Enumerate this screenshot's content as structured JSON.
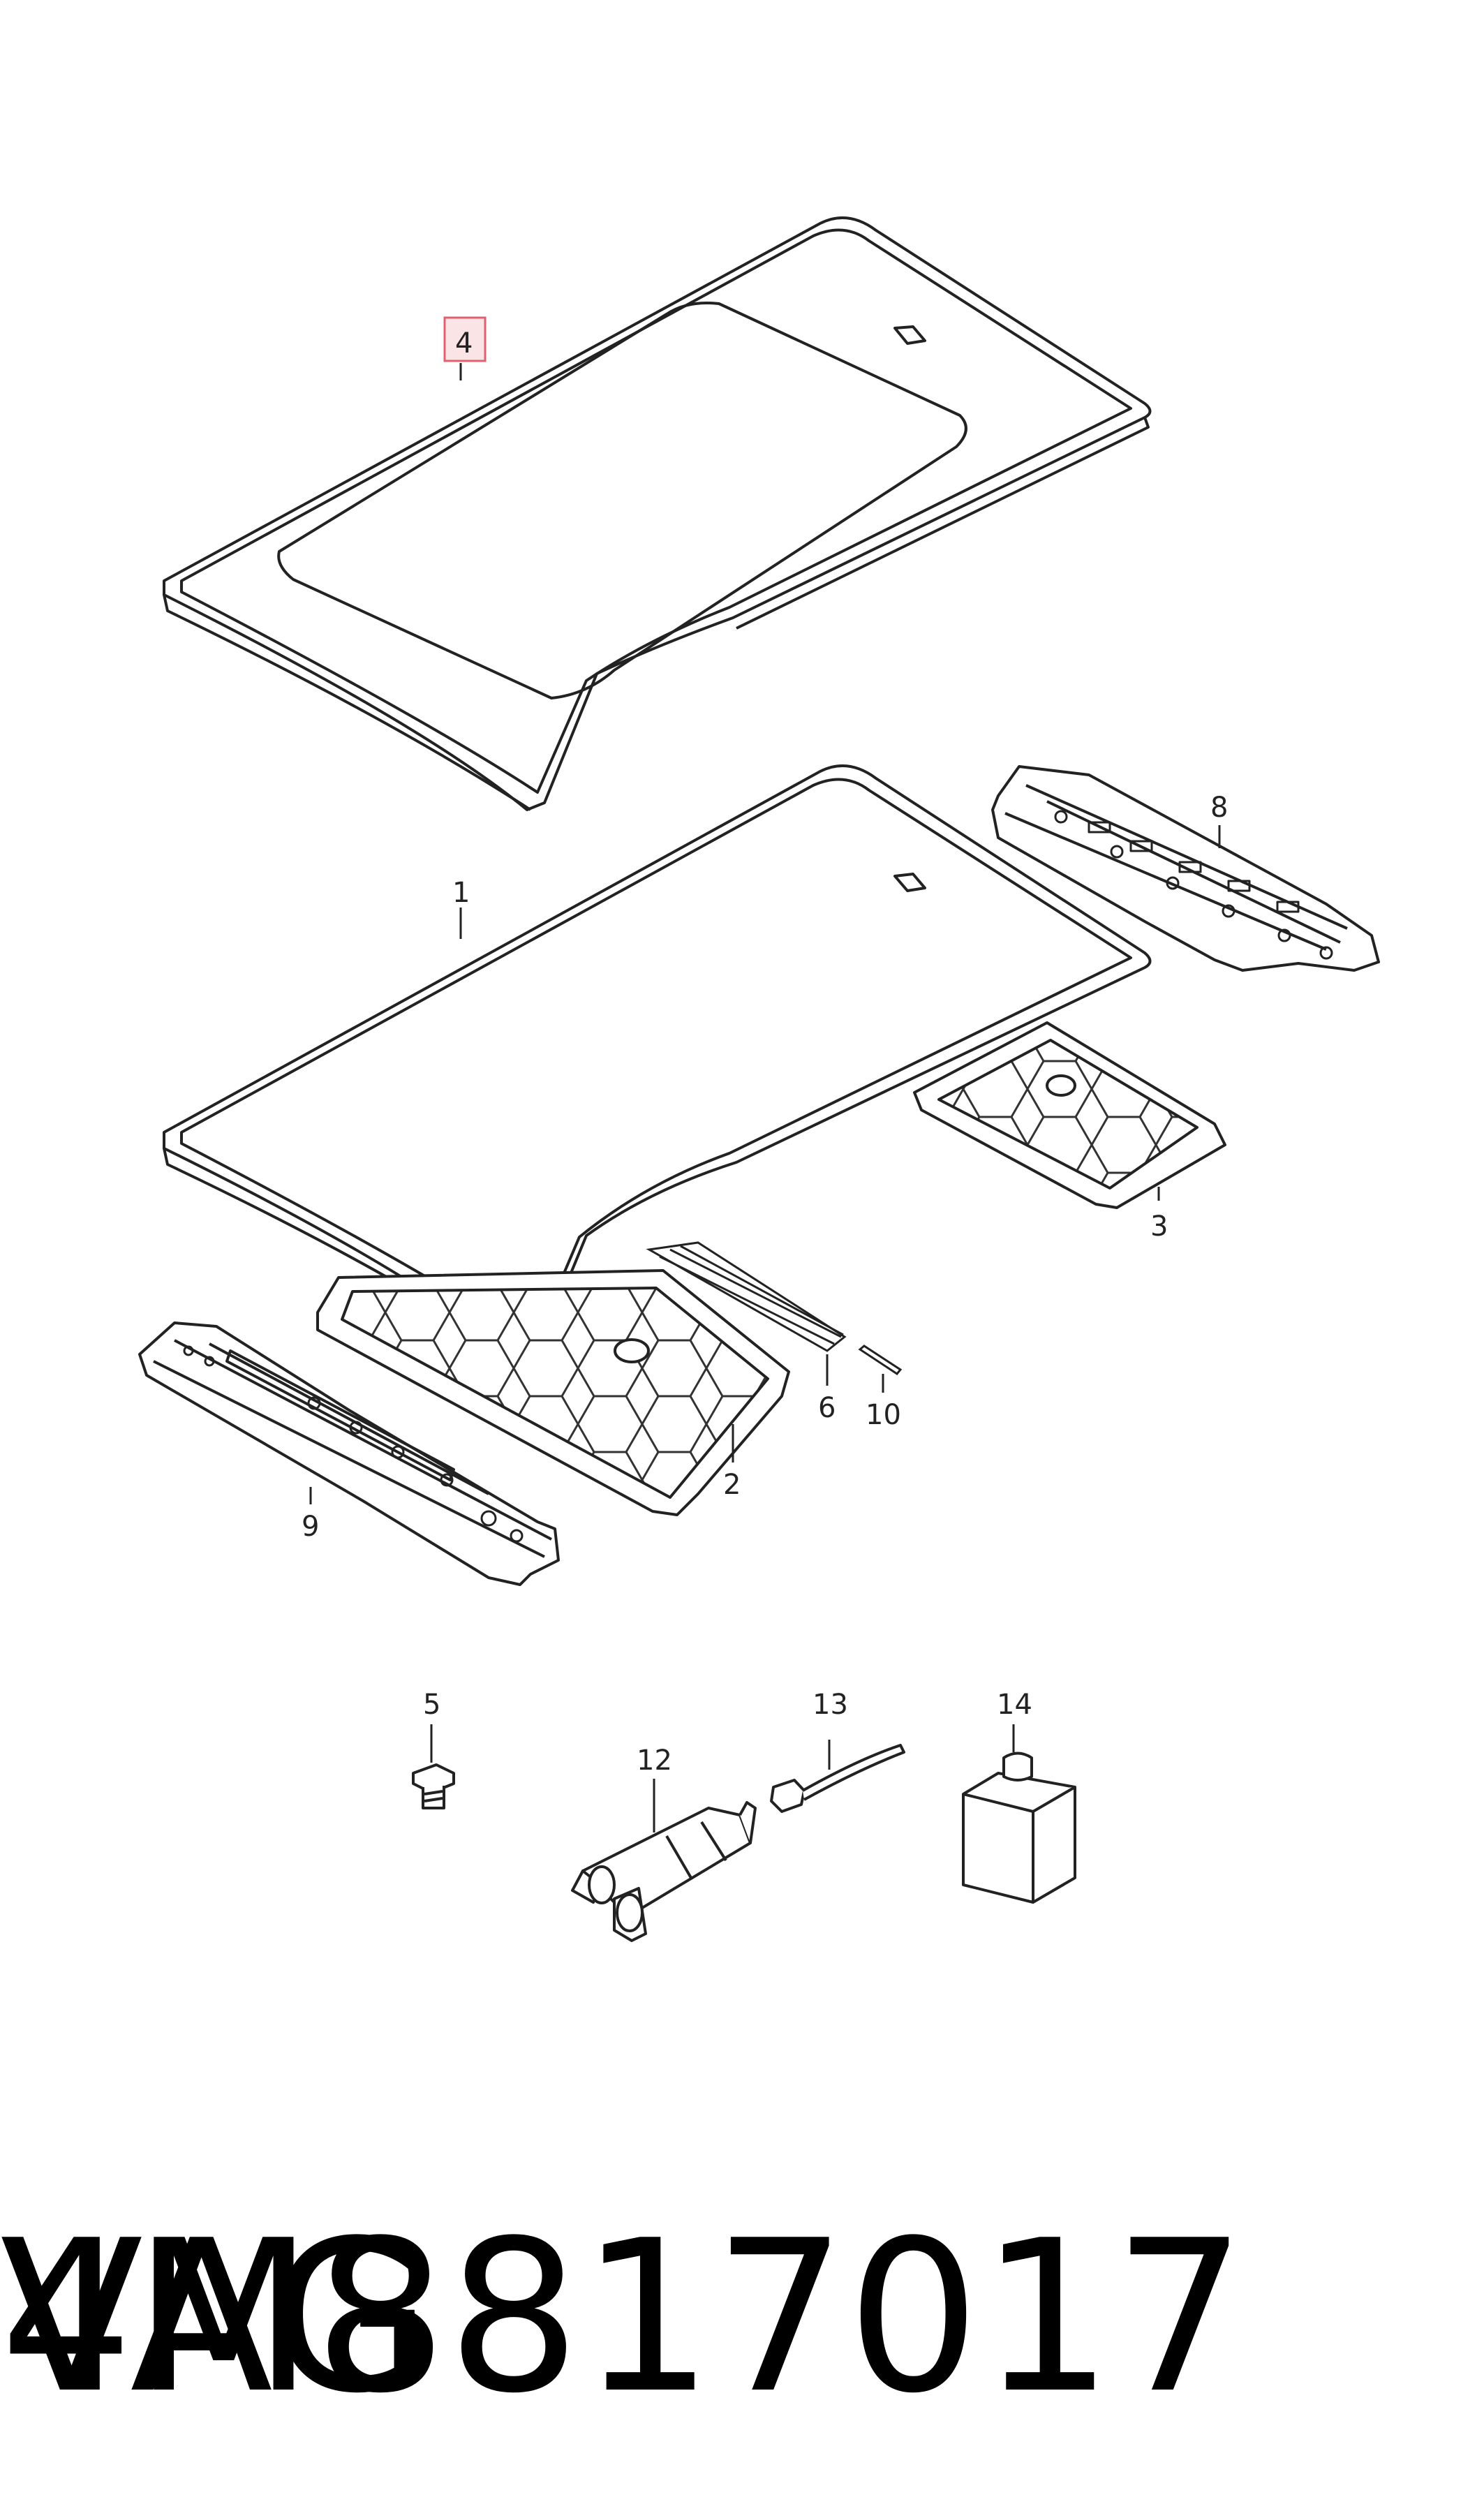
{
  "diagram": {
    "callouts": {
      "p1": "1",
      "p2": "2",
      "p3": "3",
      "p4": "4",
      "p5": "5",
      "p6": "6",
      "p8": "8",
      "p9": "9",
      "p10": "10",
      "p12": "12",
      "p13": "13",
      "p14": "14"
    },
    "highlight_color": "#e06070",
    "highlighted_callout": "4"
  },
  "footer": {
    "part_number": "4M8817017",
    "brand": "VAG"
  }
}
